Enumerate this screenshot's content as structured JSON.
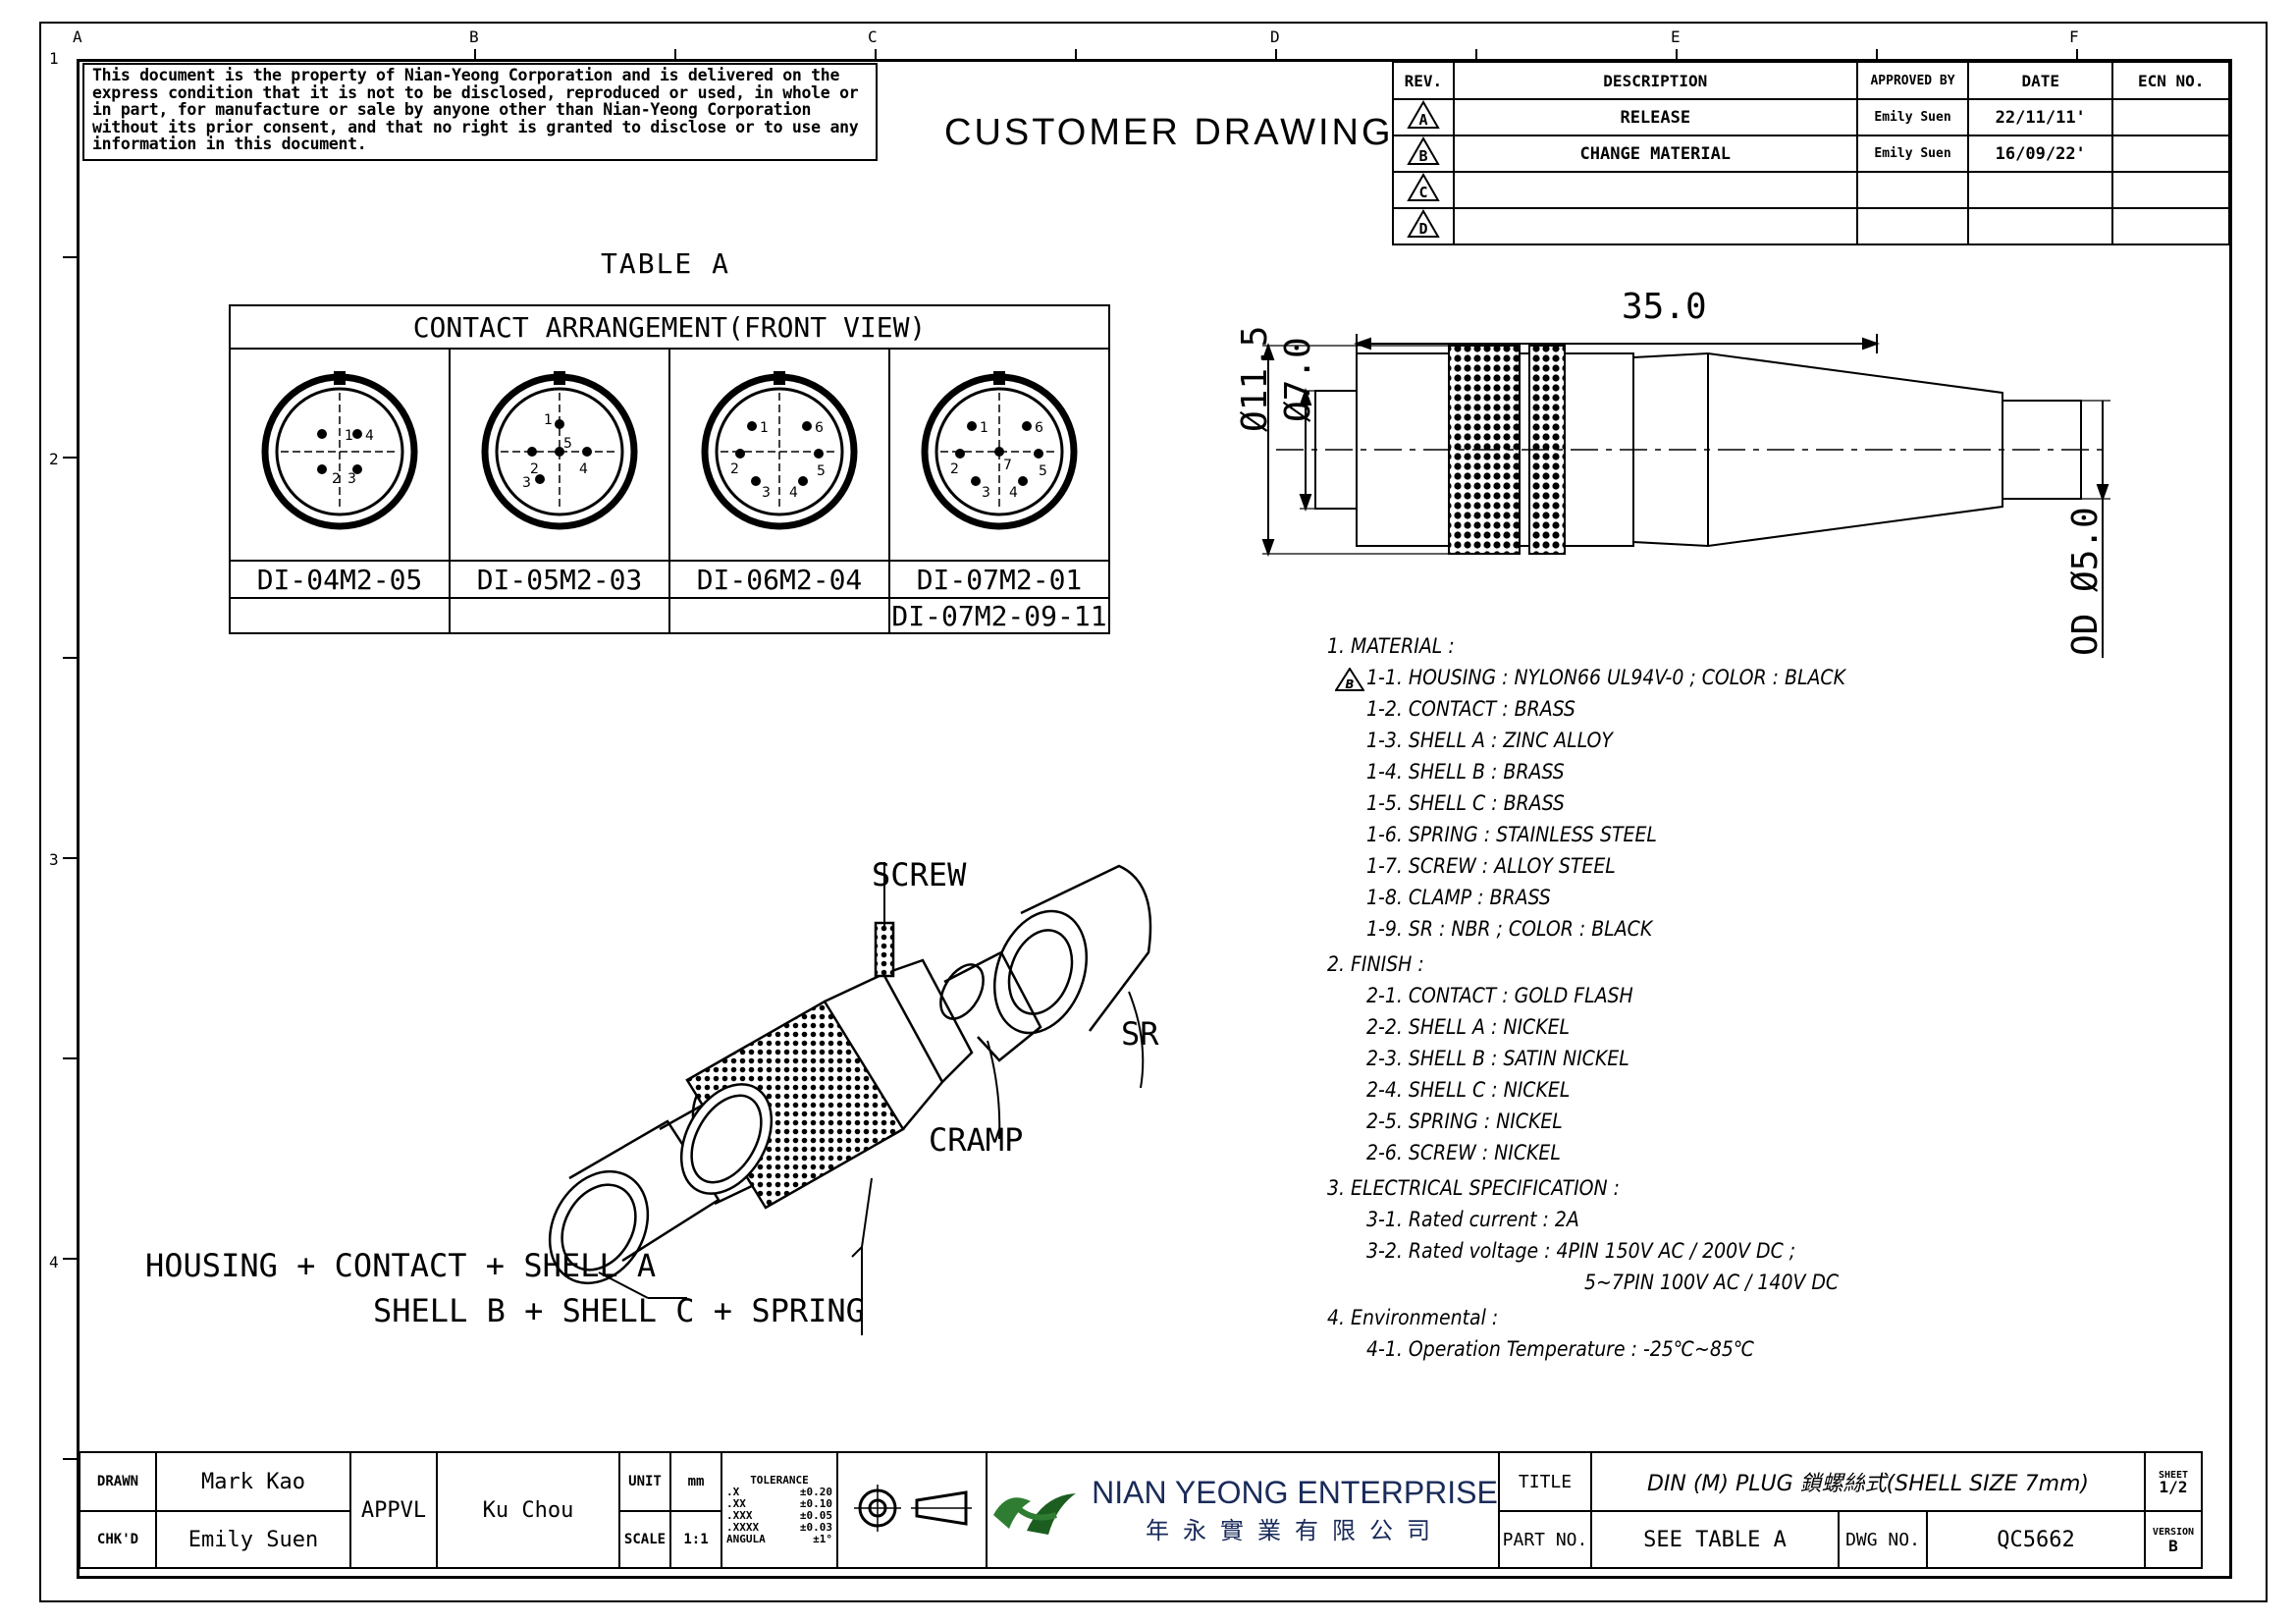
{
  "zones_top": [
    "A",
    "B",
    "C",
    "D",
    "E",
    "F"
  ],
  "zones_side": [
    "1",
    "2",
    "3",
    "4"
  ],
  "notice": "This document is the property of Nian-Yeong Corporation and is delivered on the express condition that it is not to be disclosed, reproduced or used, in whole or in part, for manufacture or sale by anyone other than Nian-Yeong Corporation without its prior consent, and that no right is granted to disclose or to use any information in this document.",
  "drawing_type": "CUSTOMER DRAWING",
  "revision_table": {
    "headers": [
      "REV.",
      "DESCRIPTION",
      "APPROVED BY",
      "DATE",
      "ECN NO."
    ],
    "rows": [
      {
        "rev": "A",
        "description": "RELEASE",
        "approved_by": "Emily Suen",
        "date": "22/11/11'",
        "ecn": ""
      },
      {
        "rev": "B",
        "description": "CHANGE MATERIAL",
        "approved_by": "Emily Suen",
        "date": "16/09/22'",
        "ecn": ""
      },
      {
        "rev": "C",
        "description": "",
        "approved_by": "",
        "date": "",
        "ecn": ""
      },
      {
        "rev": "D",
        "description": "",
        "approved_by": "",
        "date": "",
        "ecn": ""
      }
    ]
  },
  "table_a": {
    "title": "TABLE A",
    "heading": "CONTACT ARRANGEMENT(FRONT VIEW)",
    "parts": [
      "DI-04M2-05",
      "DI-05M2-03",
      "DI-06M2-04",
      "DI-07M2-01"
    ],
    "extra_part": "DI-07M2-09-11"
  },
  "dimensions": {
    "length": "35.0",
    "dia_outer": "Ø11.5",
    "dia_inner": "Ø7.0",
    "od": "OD Ø5.0"
  },
  "callouts": {
    "screw": "SCREW",
    "sr": "SR",
    "cramp": "CRAMP",
    "housing": "HOUSING + CONTACT + SHELL A",
    "shell": "SHELL B + SHELL C + SPRING"
  },
  "notes": {
    "material_title": "1. MATERIAL :",
    "material": [
      "1-1. HOUSING : NYLON66 UL94V-0 ; COLOR : BLACK",
      "1-2. CONTACT : BRASS",
      "1-3. SHELL A : ZINC ALLOY",
      "1-4. SHELL B : BRASS",
      "1-5. SHELL C : BRASS",
      "1-6. SPRING : STAINLESS STEEL",
      "1-7. SCREW : ALLOY STEEL",
      "1-8. CLAMP : BRASS",
      "1-9. SR : NBR ; COLOR : BLACK"
    ],
    "finish_title": "2. FINISH :",
    "finish": [
      "2-1. CONTACT : GOLD FLASH",
      "2-2. SHELL A : NICKEL",
      "2-3. SHELL B : SATIN NICKEL",
      "2-4. SHELL C : NICKEL",
      "2-5. SPRING : NICKEL",
      "2-6. SCREW : NICKEL"
    ],
    "elec_title": "3. ELECTRICAL SPECIFICATION :",
    "elec": [
      "3-1. Rated current : 2A",
      "3-2. Rated voltage : 4PIN 150V AC / 200V DC ;"
    ],
    "elec_cont": "5~7PIN 100V AC / 140V DC",
    "env_title": "4. Environmental :",
    "env": [
      "4-1. Operation Temperature : -25℃~85℃"
    ]
  },
  "title_block": {
    "drawn_label": "DRAWN",
    "drawn": "Mark Kao",
    "chkd_label": "CHK'D",
    "chkd": "Emily Suen",
    "appvl_label": "APPVL",
    "appvl": "Ku Chou",
    "unit_label": "UNIT",
    "unit": "mm",
    "scale_label": "SCALE",
    "scale": "1:1",
    "tol_title": "TOLERANCE",
    "tol": [
      [
        ".X",
        "±0.20"
      ],
      [
        ".XX",
        "±0.10"
      ],
      [
        ".XXX",
        "±0.05"
      ],
      [
        ".XXXX",
        "±0.03"
      ],
      [
        "ANGULA",
        "±1°"
      ]
    ],
    "company": "NIAN YEONG ENTERPRISE",
    "company_cn": "年永實業有限公司",
    "title_label": "TITLE",
    "title": "DIN (M) PLUG 鎖螺絲式(SHELL SIZE 7mm)",
    "part_label": "PART NO.",
    "part": "SEE TABLE A",
    "dwg_label": "DWG NO.",
    "dwg": "QC5662",
    "sheet_label": "SHEET",
    "sheet": "1/2",
    "version_label": "VERSION",
    "version": "B"
  }
}
